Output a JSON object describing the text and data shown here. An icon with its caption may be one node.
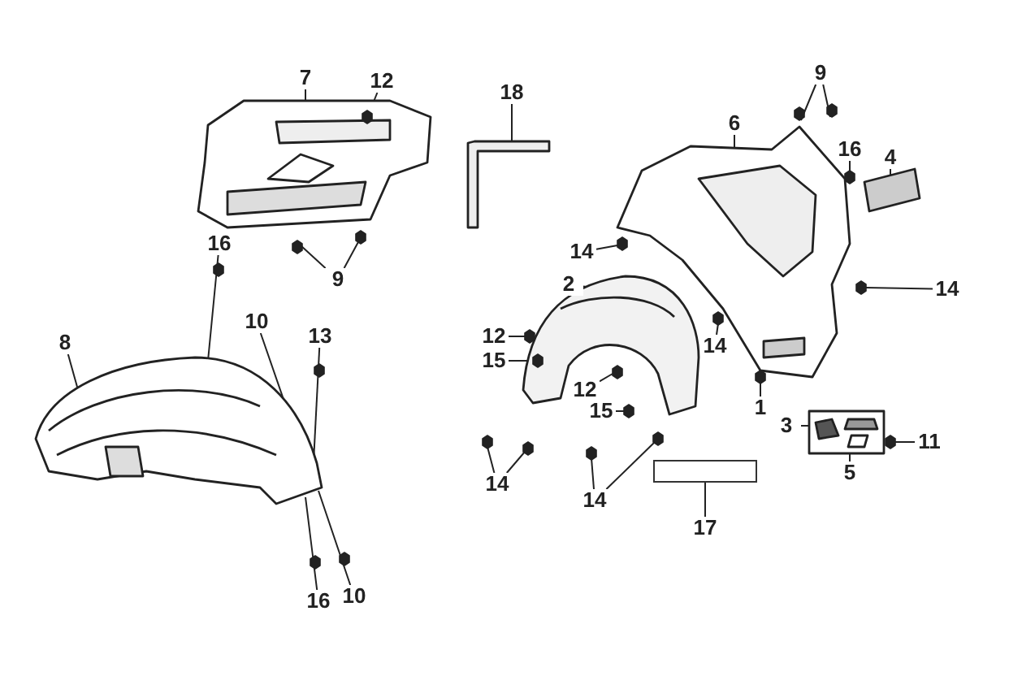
{
  "diagram": {
    "nodes": [
      {
        "text": [
          "7"
        ]
      },
      {
        "text": [
          "9"
        ]
      },
      {
        "text": [
          "12"
        ]
      },
      {
        "text": [
          "18"
        ]
      },
      {
        "text": [
          "6"
        ]
      },
      {
        "text": [
          "16"
        ]
      },
      {
        "text": [
          "4"
        ]
      },
      {
        "text": [
          "16"
        ]
      },
      {
        "text": [
          "14"
        ]
      },
      {
        "text": [
          "9"
        ]
      },
      {
        "text": [
          "2"
        ]
      },
      {
        "text": [
          "14"
        ]
      },
      {
        "text": [
          "10"
        ]
      },
      {
        "text": [
          "13"
        ]
      },
      {
        "text": [
          "12"
        ]
      },
      {
        "text": [
          "14"
        ]
      },
      {
        "text": [
          "15"
        ]
      },
      {
        "text": [
          "8"
        ]
      },
      {
        "text": [
          "12"
        ]
      },
      {
        "text": [
          "1"
        ]
      },
      {
        "text": [
          "15"
        ]
      },
      {
        "text": [
          "3"
        ]
      },
      {
        "text": [
          "11"
        ]
      },
      {
        "text": [
          "5"
        ]
      },
      {
        "text": [
          "14"
        ]
      },
      {
        "text": [
          "14"
        ]
      },
      {
        "text": [
          "17"
        ]
      },
      {
        "text": [
          "10"
        ]
      },
      {
        "text": [
          "16"
        ]
      },
      {
        "text": [],
        "shape": "box"
      },
      {
        "text": [],
        "shape": "picture"
      },
      {
        "text": [],
        "shape": "picture"
      },
      {
        "text": [],
        "shape": "picture"
      },
      {
        "text": [],
        "shape": "picture"
      },
      {
        "text": [],
        "shape": "picture"
      },
      {
        "text": [],
        "shape": "picture"
      },
      {
        "text": [],
        "shape": "picture"
      }
    ],
    "edges": [
      {
        "from": 0,
        "to": 30,
        "arrow": "none"
      },
      {
        "from": 1,
        "to": 33,
        "arrow": "none"
      },
      {
        "from": 1,
        "to": 33,
        "arrow": "none"
      },
      {
        "from": 2,
        "to": 30,
        "arrow": "none"
      },
      {
        "from": 3,
        "to": 31,
        "arrow": "none"
      },
      {
        "from": 4,
        "to": 33,
        "arrow": "none"
      },
      {
        "from": 5,
        "to": 33,
        "arrow": "none"
      },
      {
        "from": 6,
        "to": 35,
        "arrow": "none"
      },
      {
        "from": 7,
        "to": 32,
        "arrow": "none"
      },
      {
        "from": 8,
        "to": 33,
        "arrow": "none"
      },
      {
        "from": 9,
        "to": 30,
        "arrow": "none"
      },
      {
        "from": 9,
        "to": 30,
        "arrow": "none"
      },
      {
        "from": 10,
        "to": 34,
        "arrow": "none"
      },
      {
        "from": 11,
        "to": 33,
        "arrow": "none"
      },
      {
        "from": 12,
        "to": 32,
        "arrow": "none"
      },
      {
        "from": 13,
        "to": 32,
        "arrow": "none"
      },
      {
        "from": 14,
        "to": 34,
        "arrow": "none"
      },
      {
        "from": 15,
        "to": 33,
        "arrow": "none"
      },
      {
        "from": 16,
        "to": 34,
        "arrow": "none"
      },
      {
        "from": 17,
        "to": 32,
        "arrow": "none"
      },
      {
        "from": 18,
        "to": 34,
        "arrow": "none"
      },
      {
        "from": 19,
        "to": 33,
        "arrow": "none"
      },
      {
        "from": 20,
        "to": 34,
        "arrow": "none"
      },
      {
        "from": 21,
        "to": 36,
        "arrow": "none"
      },
      {
        "from": 22,
        "to": 36,
        "arrow": "none"
      },
      {
        "from": 23,
        "to": 36,
        "arrow": "none"
      },
      {
        "from": 24,
        "to": 34,
        "arrow": "none"
      },
      {
        "from": 24,
        "to": 34,
        "arrow": "none"
      },
      {
        "from": 25,
        "to": 34,
        "arrow": "none"
      },
      {
        "from": 25,
        "to": 34,
        "arrow": "none"
      },
      {
        "from": 26,
        "to": 29,
        "arrow": "none"
      },
      {
        "from": 27,
        "to": 32,
        "arrow": "none"
      },
      {
        "from": 28,
        "to": 32,
        "arrow": "none"
      }
    ]
  }
}
